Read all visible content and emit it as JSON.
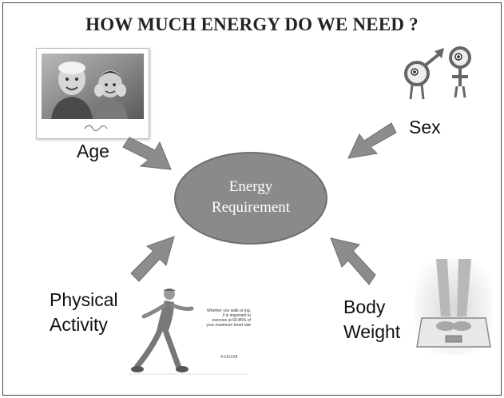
{
  "title": "HOW MUCH ENERGY DO WE NEED ?",
  "center": {
    "line1": "Energy",
    "line2": "Requirement",
    "fill": "#8a8a8a",
    "stroke": "#6e6e6e"
  },
  "factors": {
    "age": "Age",
    "sex": "Sex",
    "physical_activity_line1": "Physical",
    "physical_activity_line2": "Activity",
    "body_weight_line1": "Body",
    "body_weight_line2": "Weight"
  },
  "activity_ad": {
    "caption_line1": "Whether you walk or jog,",
    "caption_line2": "it is important to",
    "caption_line3": "exercise at 60-85% of",
    "caption_line4": "your maximum heart rate",
    "brand": "#ADAM"
  },
  "arrow_color": "#8c8c8c",
  "icons": {
    "age": "grandparent-child-photo",
    "sex": "gender-symbols-icon",
    "activity": "walking-person-illustration",
    "weight": "scale-feet-photo"
  }
}
